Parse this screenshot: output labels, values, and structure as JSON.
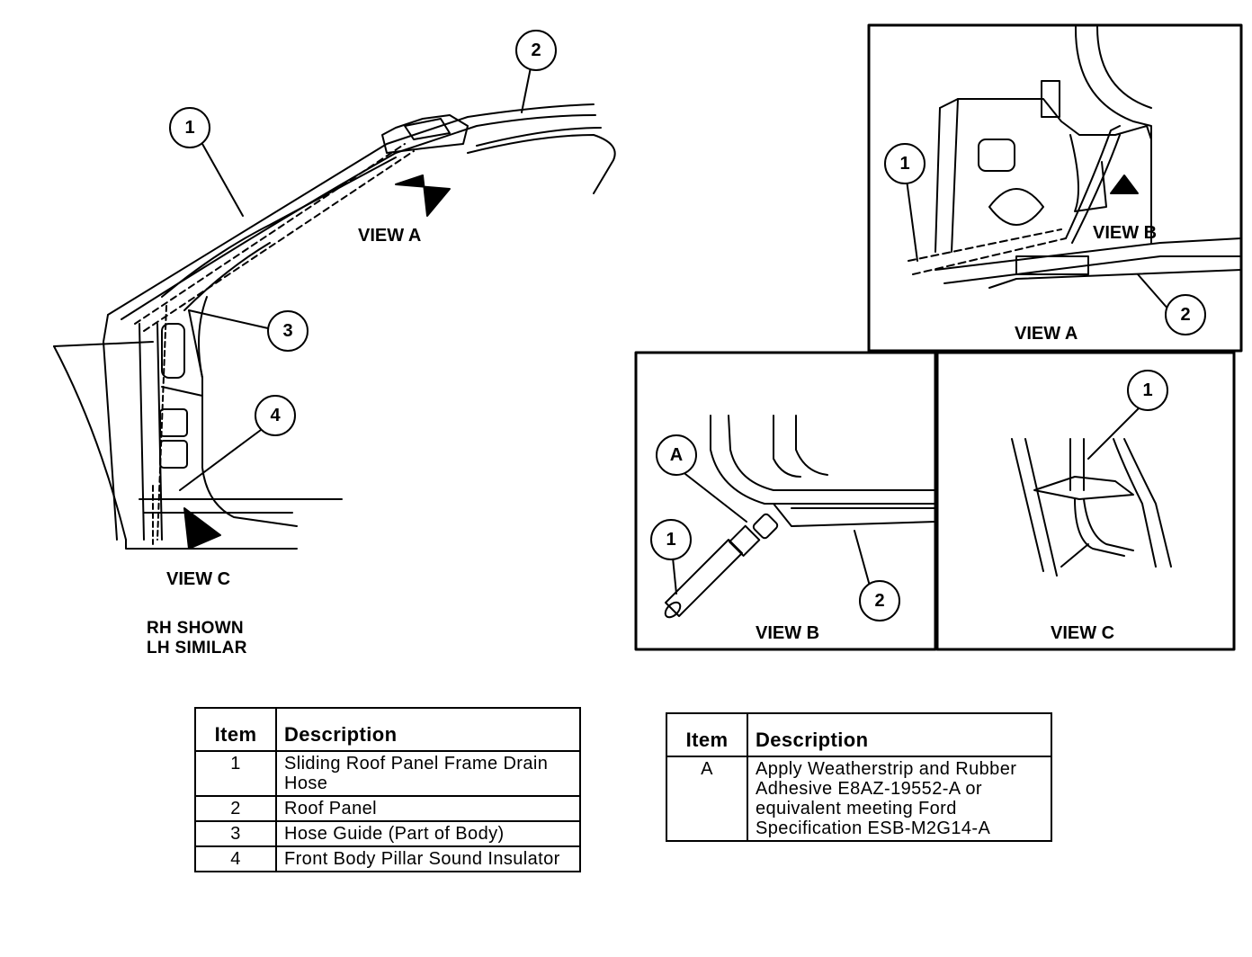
{
  "labels": {
    "view_a_main": "VIEW A",
    "view_c_main": "VIEW C",
    "view_a_box": "VIEW A",
    "view_b_in_a": "VIEW B",
    "view_b_box": "VIEW B",
    "view_c_box": "VIEW C"
  },
  "callouts": {
    "c1": "1",
    "c2": "2",
    "c3": "3",
    "c4": "4",
    "a1": "1",
    "a2": "2",
    "b1": "1",
    "bA": "A",
    "b2": "2",
    "c_1": "1"
  },
  "note": {
    "line1": "RH SHOWN",
    "line2": "LH SIMILAR"
  },
  "items_table": {
    "col_item": "Item",
    "col_desc": "Description",
    "rows": [
      {
        "item": "1",
        "desc": "Sliding Roof Panel Frame Drain Hose"
      },
      {
        "item": "2",
        "desc": "Roof Panel"
      },
      {
        "item": "3",
        "desc": "Hose Guide (Part of Body)"
      },
      {
        "item": "4",
        "desc": "Front Body Pillar Sound Insulator"
      }
    ]
  },
  "adhesive_table": {
    "col_item": "Item",
    "col_desc": "Description",
    "rows": [
      {
        "item": "A",
        "desc": "Apply Weatherstrip and Rubber Adhesive E8AZ-19552-A or equivalent meeting Ford Specification ESB-M2G14-A"
      }
    ]
  }
}
